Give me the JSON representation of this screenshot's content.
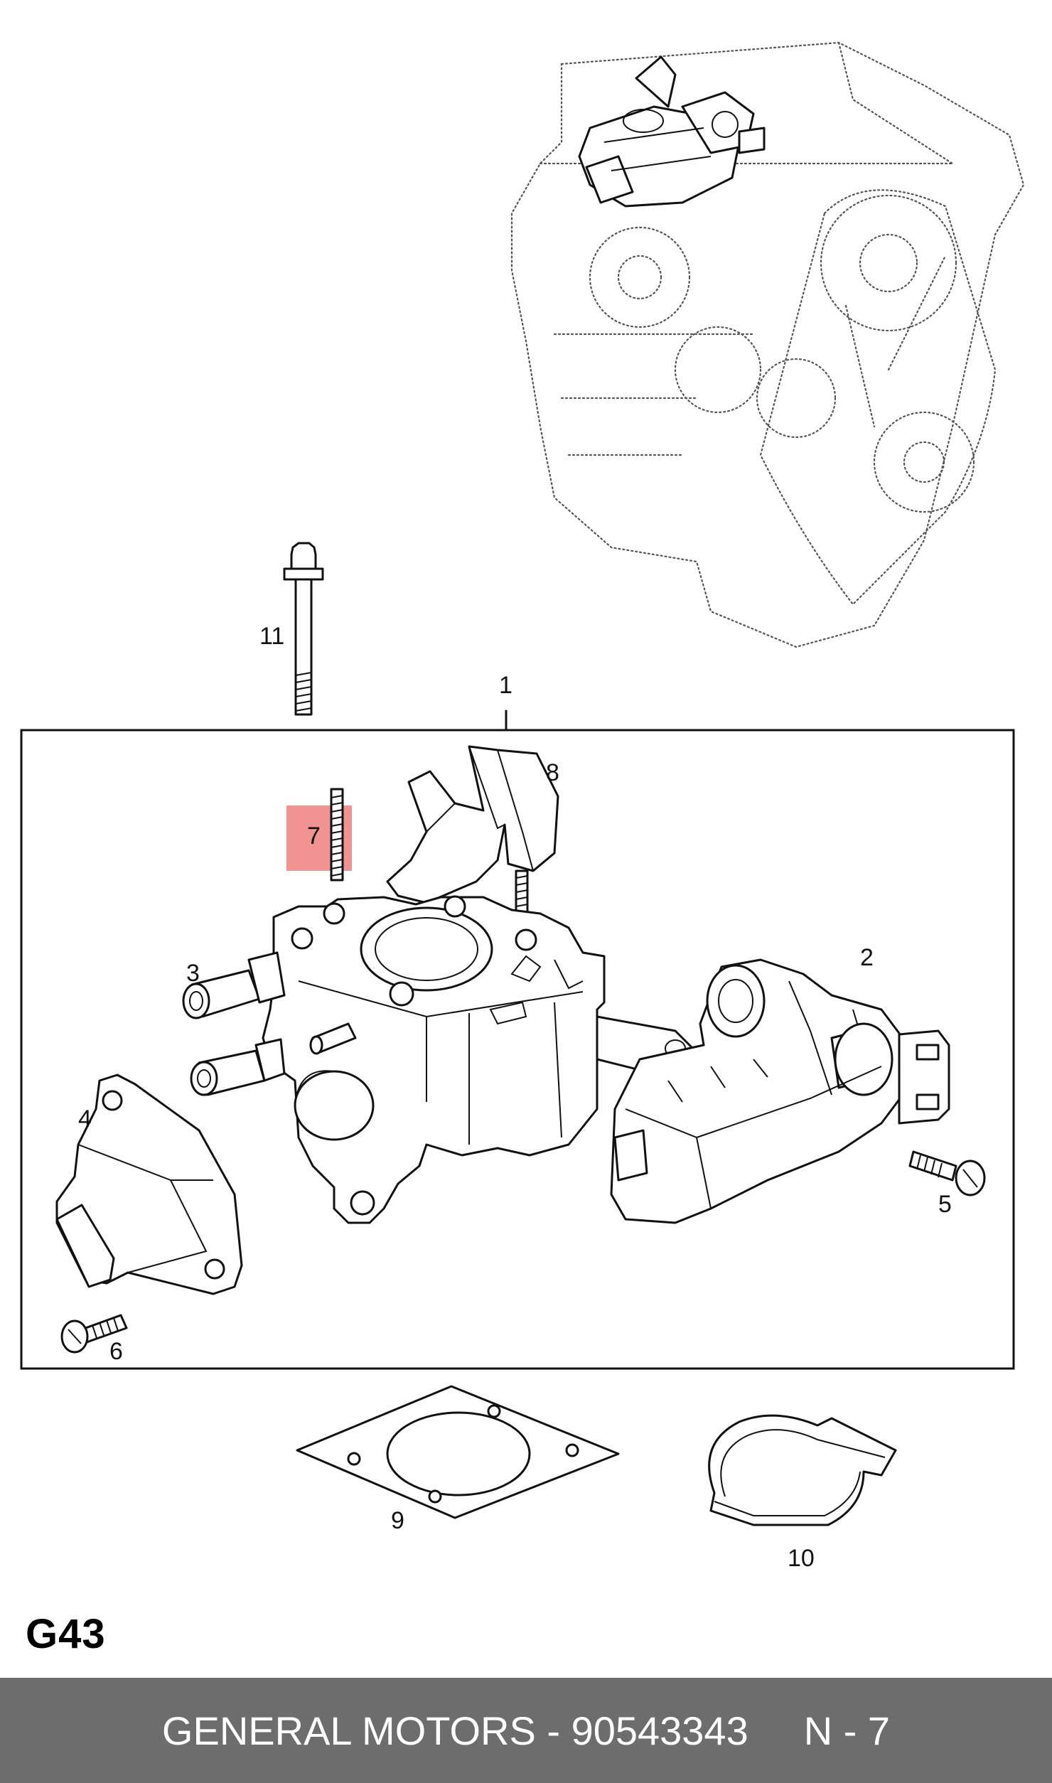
{
  "diagram": {
    "callouts": {
      "c1": "1",
      "c2": "2",
      "c3": "3",
      "c4": "4",
      "c5": "5",
      "c6": "6",
      "c7": "7",
      "c8": "8",
      "c9": "9",
      "c10": "10",
      "c11": "11"
    },
    "highlighted_part": "7",
    "highlight_color": "#f08080"
  },
  "page_code": "G43",
  "footer": {
    "part_label": "GENERAL MOTORS - 90543343",
    "position_label": "N - 7",
    "background_color": "#6d6d6d"
  }
}
